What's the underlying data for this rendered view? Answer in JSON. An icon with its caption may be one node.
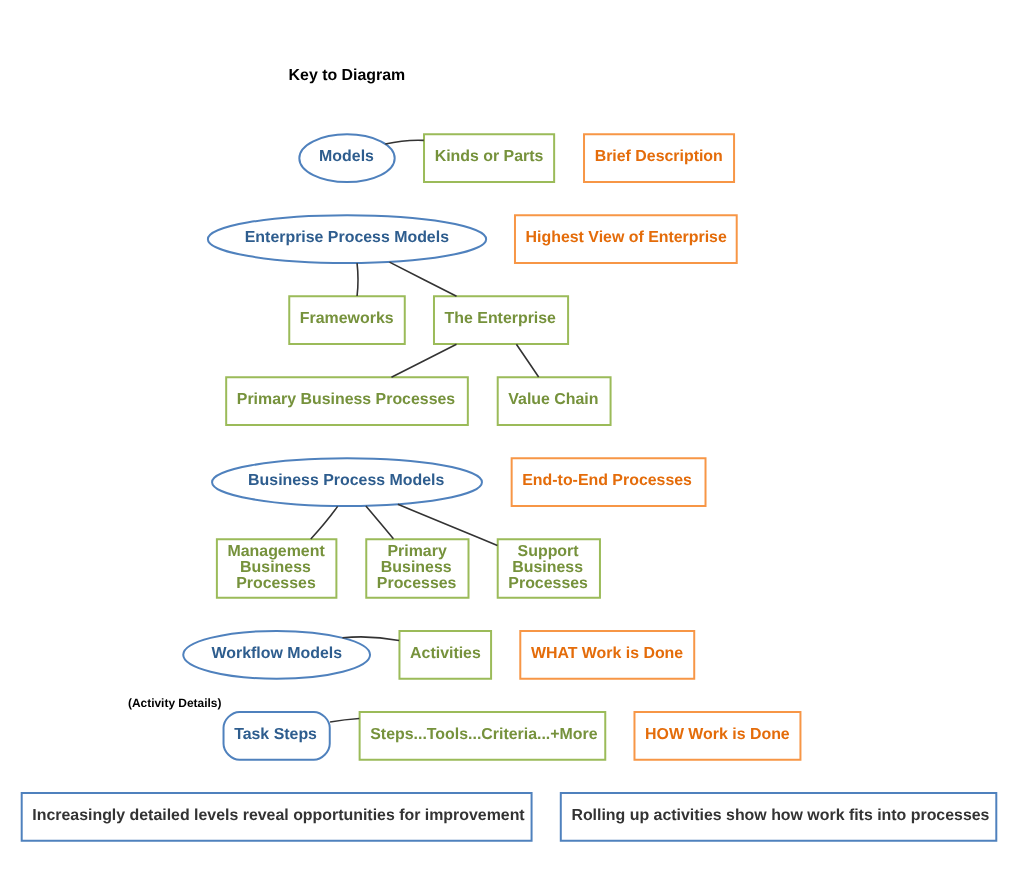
{
  "diagram": {
    "nodes": [
      {
        "text": [
          "Models"
        ]
      },
      {
        "text": [
          "Kinds or Parts"
        ]
      },
      {
        "text": [
          "Brief Description"
        ]
      },
      {
        "text": [
          "Enterprise Process Models"
        ]
      },
      {
        "text": [
          "Highest View of Enterprise"
        ]
      },
      {
        "text": [
          "Frameworks"
        ]
      },
      {
        "text": [
          "The Enterprise"
        ]
      },
      {
        "text": [
          "Primary Business Processes"
        ]
      },
      {
        "text": [
          "Value Chain"
        ]
      },
      {
        "text": [
          "Business Process Models"
        ]
      },
      {
        "text": [
          "End-to-End Processes"
        ]
      },
      {
        "text": [
          "Management Business Processes"
        ]
      },
      {
        "text": [
          "Primary Business Processes"
        ]
      },
      {
        "text": [
          "Support Business Processes"
        ]
      },
      {
        "text": [
          "Workflow Models"
        ]
      },
      {
        "text": [
          "Activities"
        ]
      },
      {
        "text": [
          "WHAT Work is Done"
        ]
      },
      {
        "text": [
          "Task Steps"
        ],
        "beside": [
          "(Activity Details)"
        ]
      },
      {
        "text": [
          "Steps...Tools...Criteria...+More"
        ]
      },
      {
        "text": [
          "HOW Work is Done"
        ]
      },
      {
        "text": [
          "Increasingly detailed levels reveal opportunities for improvement"
        ]
      },
      {
        "text": [
          "Rolling up activities show how work fits into processes"
        ]
      }
    ],
    "edges": [
      {
        "from": 0,
        "to": 1,
        "arrow": "none"
      },
      {
        "from": 3,
        "to": 5,
        "arrow": "none"
      },
      {
        "from": 3,
        "to": 6,
        "arrow": "none"
      },
      {
        "from": 6,
        "to": 7,
        "arrow": "none"
      },
      {
        "from": 6,
        "to": 8,
        "arrow": "none"
      },
      {
        "from": 9,
        "to": 11,
        "arrow": "none"
      },
      {
        "from": 9,
        "to": 12,
        "arrow": "none"
      },
      {
        "from": 9,
        "to": 13,
        "arrow": "none"
      },
      {
        "from": 14,
        "to": 15,
        "arrow": "none"
      },
      {
        "from": 17,
        "to": 18,
        "arrow": "none"
      }
    ],
    "labels": [
      "Key to Diagram"
    ]
  }
}
